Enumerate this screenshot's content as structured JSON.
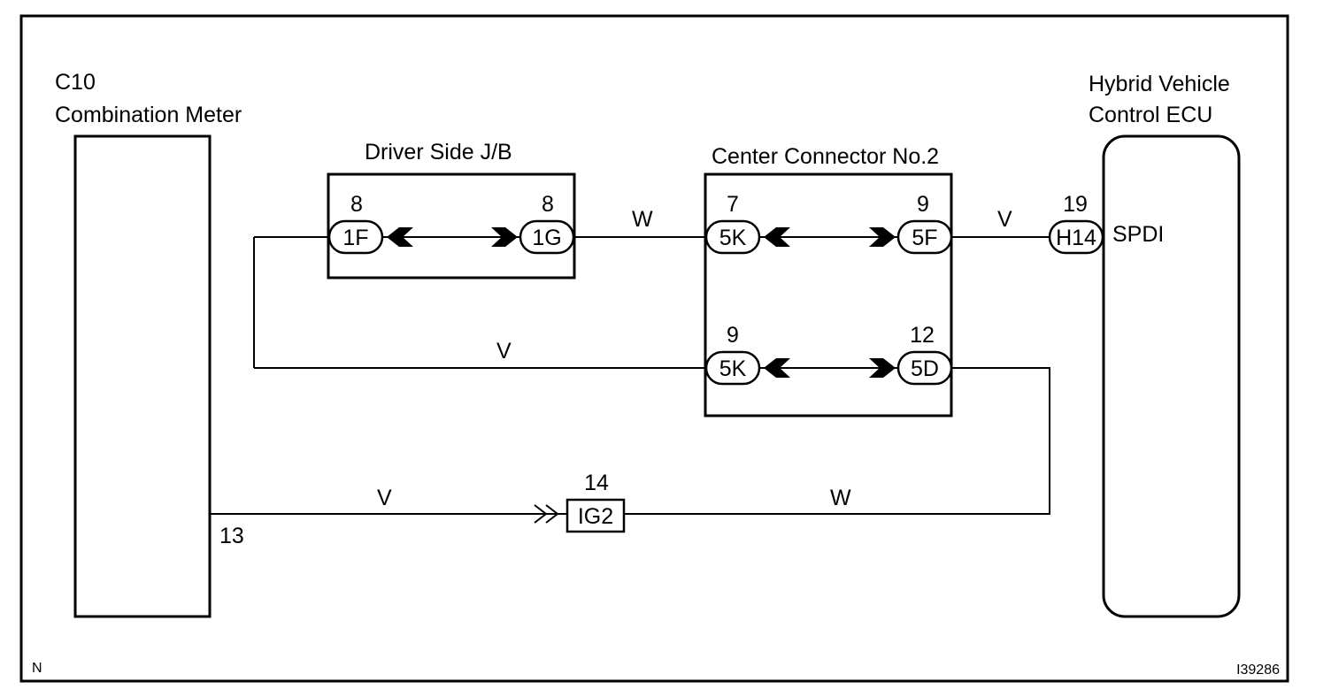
{
  "frame": {
    "corner_left": "N",
    "corner_right": "I39286"
  },
  "components": {
    "meter": {
      "ref": "C10",
      "name": "Combination Meter",
      "pin": "13"
    },
    "ecu": {
      "line1": "Hybrid Vehicle",
      "line2": "Control ECU",
      "terminal": "SPDI"
    },
    "jb": {
      "name": "Driver Side J/B"
    },
    "cc": {
      "name": "Center Connector No.2"
    },
    "ig2": {
      "name": "IG2",
      "pin": "14"
    }
  },
  "connectors": {
    "jb_left": {
      "name": "1F",
      "pin": "8"
    },
    "jb_right": {
      "name": "1G",
      "pin": "8"
    },
    "cc_tl": {
      "name": "5K",
      "pin": "7"
    },
    "cc_tr": {
      "name": "5F",
      "pin": "9"
    },
    "cc_bl": {
      "name": "5K",
      "pin": "9"
    },
    "cc_br": {
      "name": "5D",
      "pin": "12"
    },
    "ecu_in": {
      "name": "H14",
      "pin": "19"
    }
  },
  "wires": {
    "jb_to_cc": "W",
    "cc_to_ecu": "V",
    "jb_loop": "V",
    "meter_to_ig2": "V",
    "ig2_to_cc": "W"
  }
}
